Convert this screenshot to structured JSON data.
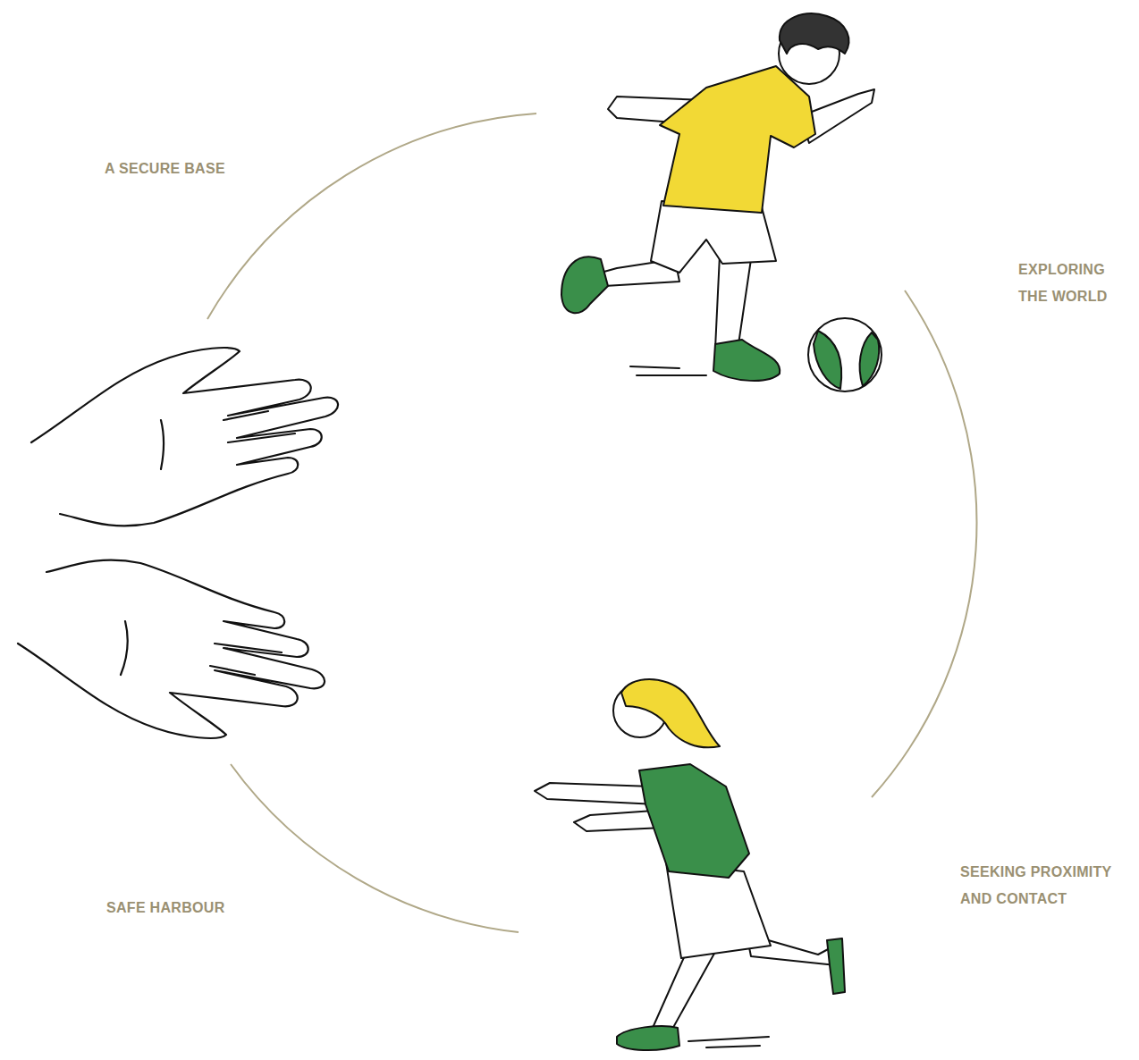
{
  "diagram": {
    "labels": [
      "A SECURE BASE",
      "EXPLORING THE WORLD",
      "SEEKING PROXIMITY AND CONTACT",
      "SAFE HARBOUR"
    ]
  }
}
